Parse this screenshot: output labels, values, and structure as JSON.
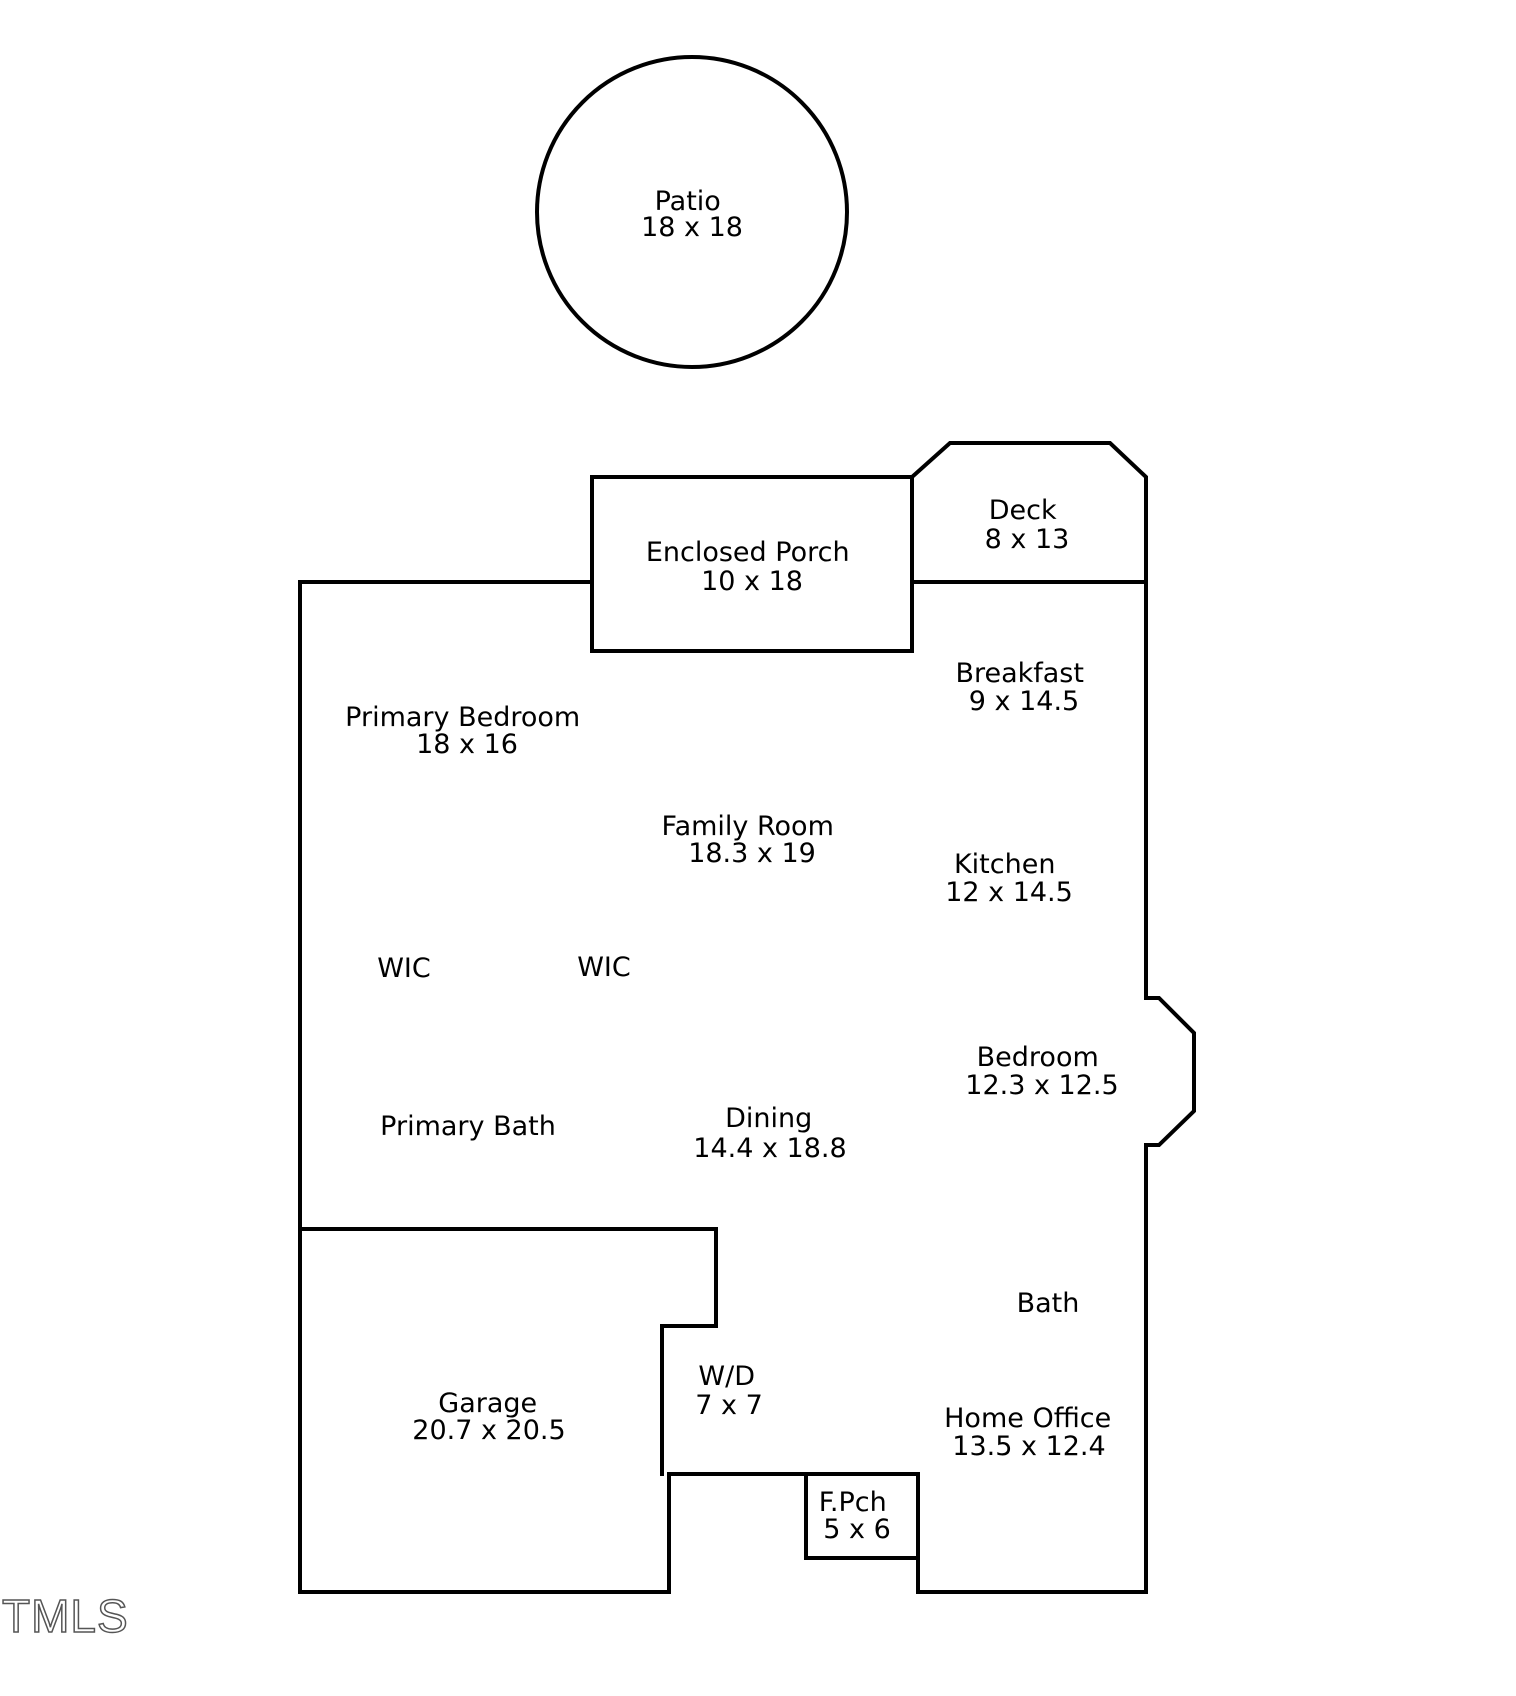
{
  "rooms": {
    "patio": {
      "name": "Patio",
      "dims": "18 x 18"
    },
    "enclosed_porch": {
      "name": "Enclosed Porch",
      "dims": "10 x 18"
    },
    "deck": {
      "name": "Deck",
      "dims": "8 x 13"
    },
    "breakfast": {
      "name": "Breakfast",
      "dims": "9 x 14.5"
    },
    "primary_bedroom": {
      "name": "Primary Bedroom",
      "dims": "18 x 16"
    },
    "family_room": {
      "name": "Family Room",
      "dims": "18.3 x 19"
    },
    "kitchen": {
      "name": "Kitchen",
      "dims": "12 x 14.5"
    },
    "wic_left": {
      "name": "WIC"
    },
    "wic_right": {
      "name": "WIC"
    },
    "bedroom": {
      "name": "Bedroom",
      "dims": "12.3 x 12.5"
    },
    "primary_bath": {
      "name": "Primary Bath"
    },
    "dining": {
      "name": "Dining",
      "dims": "14.4 x 18.8"
    },
    "bath": {
      "name": "Bath"
    },
    "wd": {
      "name": "W/D",
      "dims": "7 x 7"
    },
    "garage": {
      "name": "Garage",
      "dims": "20.7 x 20.5"
    },
    "home_office": {
      "name": "Home Office",
      "dims": "13.5 x 12.4"
    },
    "front_porch": {
      "name": "F.Pch",
      "dims": "5 x 6"
    }
  },
  "watermark": {
    "text": "TMLS"
  },
  "colors": {
    "lines": "#000000",
    "background": "#ffffff"
  }
}
